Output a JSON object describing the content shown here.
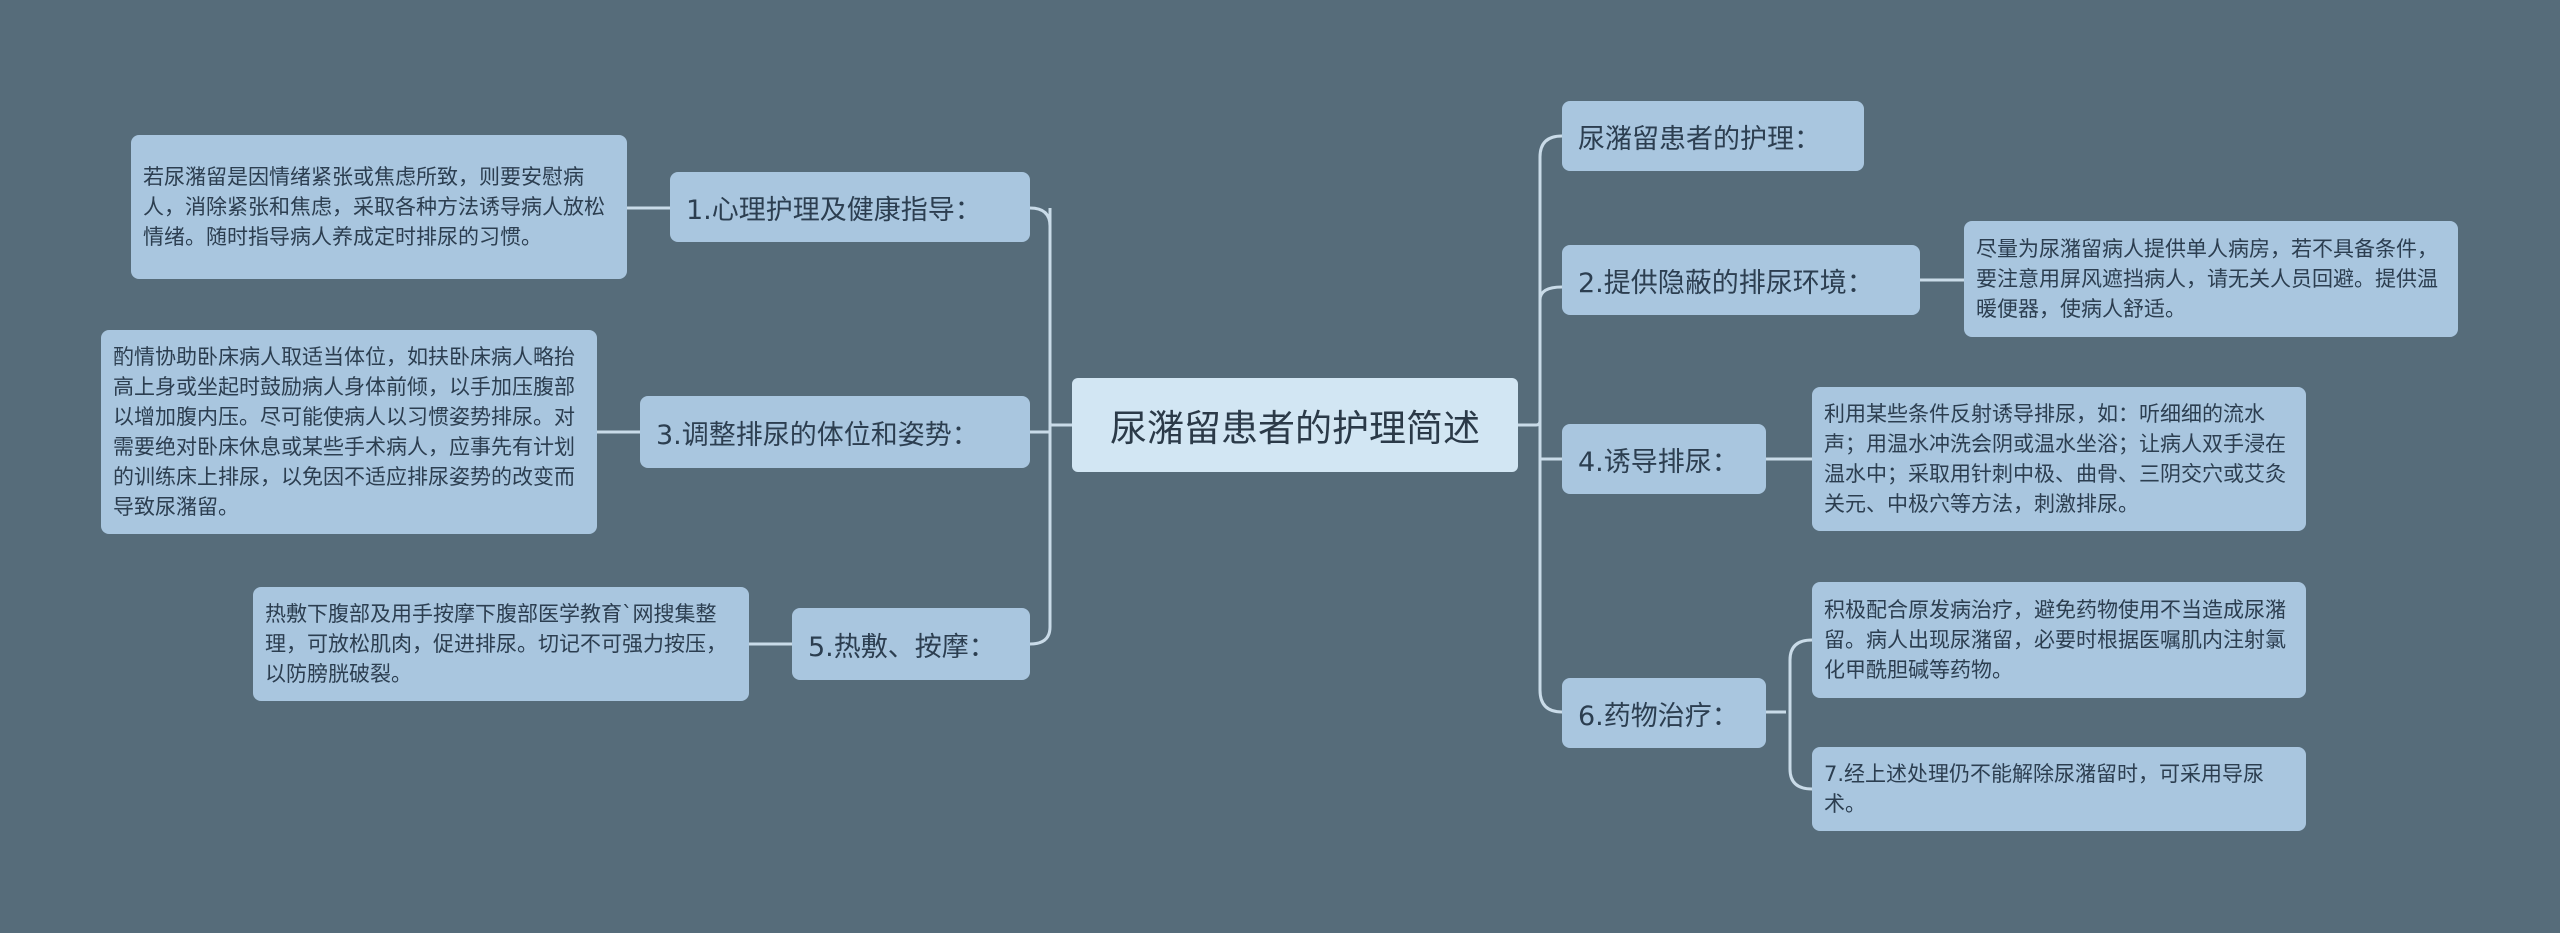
{
  "colors": {
    "background": "#566c7a",
    "root": "#d2e6f3",
    "node": "#a9c6df",
    "connector": "#c9dbe8"
  },
  "mindmap": {
    "root": "尿潴留患者的护理简述",
    "left_branches": [
      {
        "label": "1.心理护理及健康指导：",
        "details": [
          "若尿潴留是因情绪紧张或焦虑所致，则要安慰病人，消除紧张和焦虑，采取各种方法诱导病人放松情绪。随时指导病人养成定时排尿的习惯。"
        ]
      },
      {
        "label": "3.调整排尿的体位和姿势：",
        "details": [
          "酌情协助卧床病人取适当体位，如扶卧床病人略抬高上身或坐起时鼓励病人身体前倾，以手加压腹部以增加腹内压。尽可能使病人以习惯姿势排尿。对需要绝对卧床休息或某些手术病人，应事先有计划的训练床上排尿，以免因不适应排尿姿势的改变而导致尿潴留。"
        ]
      },
      {
        "label": "5.热敷、按摩：",
        "details": [
          "热敷下腹部及用手按摩下腹部医学教育`网搜集整理，可放松肌肉，促进排尿。切记不可强力按压，以防膀胱破裂。"
        ]
      }
    ],
    "right_branches": [
      {
        "label": "尿潴留患者的护理：",
        "details": []
      },
      {
        "label": "2.提供隐蔽的排尿环境：",
        "details": [
          "尽量为尿潴留病人提供单人病房，若不具备条件，要注意用屏风遮挡病人，请无关人员回避。提供温暖便器，使病人舒适。"
        ]
      },
      {
        "label": "4.诱导排尿：",
        "details": [
          "利用某些条件反射诱导排尿，如：听细细的流水声；用温水冲洗会阴或温水坐浴；让病人双手浸在温水中；采取用针刺中极、曲骨、三阴交穴或艾灸关元、中极穴等方法，刺激排尿。"
        ]
      },
      {
        "label": "6.药物治疗：",
        "details": [
          "积极配合原发病治疗，避免药物使用不当造成尿潴留。病人出现尿潴留，必要时根据医嘱肌内注射氯化甲酰胆碱等药物。",
          "7.经上述处理仍不能解除尿潴留时，可采用导尿术。"
        ]
      }
    ]
  }
}
